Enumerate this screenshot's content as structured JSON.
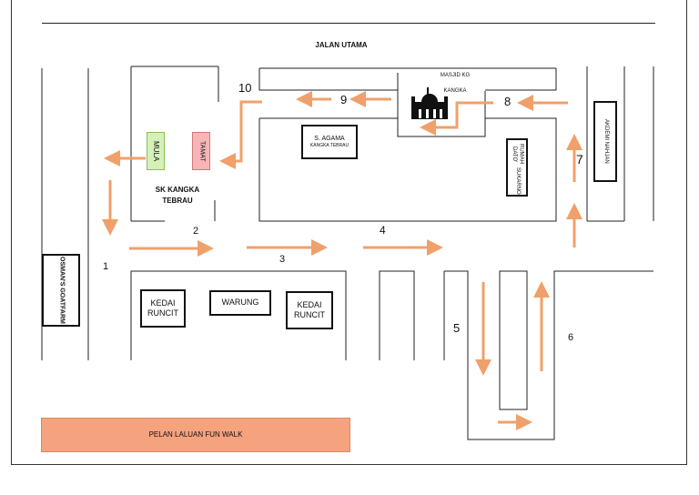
{
  "map": {
    "main_road": "JALAN UTAMA",
    "mosque": {
      "line1": "MASJID KG",
      "line2": "KANGKA"
    },
    "school": {
      "line1": "SK KANGKA",
      "line2": "TEBRAU"
    },
    "start": "MULA",
    "finish": "TAMAT",
    "sekolah_agama": {
      "line1": "S. AGAMA",
      "line2": "KANGKA TEBRAU"
    },
    "rumah_dato": {
      "line1": "RUMAH DATO'",
      "line2": "SUKARNO"
    },
    "akademi": "AKDEMI NAHJAN",
    "goat_farm": {
      "line1": "OSMAN'S GOAT",
      "line2": "FARM"
    },
    "kedai_1": {
      "line1": "KEDAI",
      "line2": "RUNCIT"
    },
    "warung": "WARUNG",
    "kedai_2": {
      "line1": "KEDAI",
      "line2": "RUNCIT"
    },
    "legend": "PELAN LALUAN FUN WALK",
    "checkpoints": [
      "1",
      "2",
      "3",
      "4",
      "5",
      "6",
      "7",
      "8",
      "9",
      "10"
    ],
    "colors": {
      "arrow": "#f0a06a",
      "start_fill": "#d6f0b8",
      "finish_fill": "#f7b5b5",
      "legend_fill": "#f5a27e"
    }
  }
}
